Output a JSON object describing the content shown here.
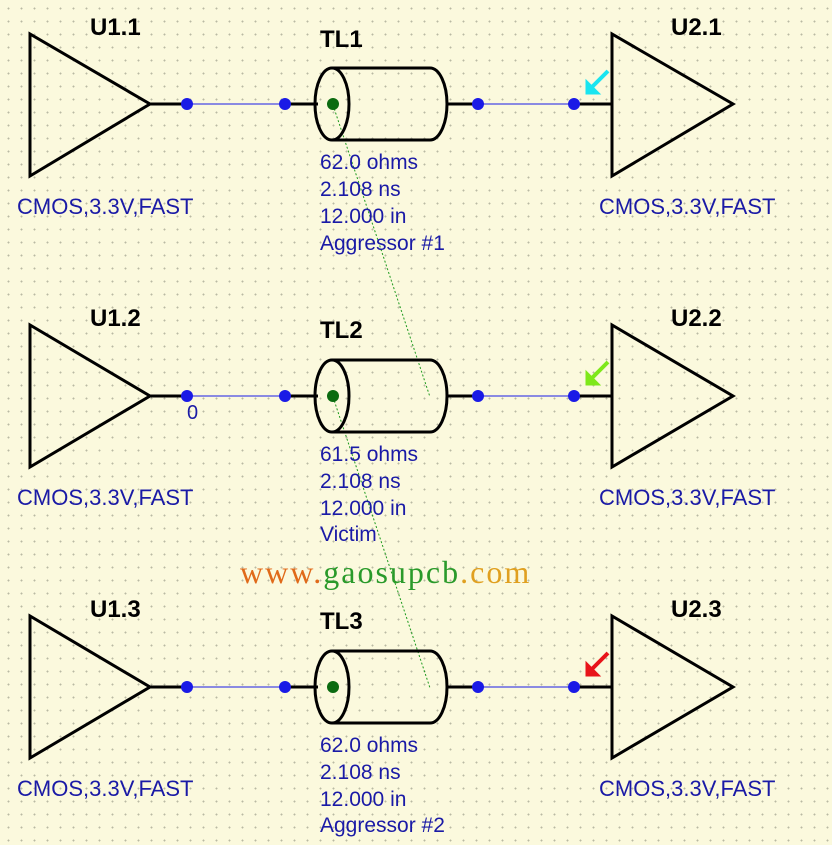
{
  "schematic": {
    "rows": [
      {
        "driver": {
          "ref": "U1.1",
          "model": "CMOS,3.3V,FAST"
        },
        "line": {
          "ref": "TL1",
          "impedance": "62.0 ohms",
          "delay": "2.108 ns",
          "length": "12.000 in",
          "role": "Aggressor #1"
        },
        "receiver": {
          "ref": "U2.1",
          "model": "CMOS,3.3V,FAST",
          "probe_color": "#19e5f0"
        },
        "net_label": ""
      },
      {
        "driver": {
          "ref": "U1.2",
          "model": "CMOS,3.3V,FAST"
        },
        "line": {
          "ref": "TL2",
          "impedance": "61.5 ohms",
          "delay": "2.108 ns",
          "length": "12.000 in",
          "role": "Victim"
        },
        "receiver": {
          "ref": "U2.2",
          "model": "CMOS,3.3V,FAST",
          "probe_color": "#7ee81a"
        },
        "net_label": "0"
      },
      {
        "driver": {
          "ref": "U1.3",
          "model": "CMOS,3.3V,FAST"
        },
        "line": {
          "ref": "TL3",
          "impedance": "62.0 ohms",
          "delay": "2.108 ns",
          "length": "12.000 in",
          "role": "Aggressor #2"
        },
        "receiver": {
          "ref": "U2.3",
          "model": "CMOS,3.3V,FAST",
          "probe_color": "#e8141a"
        },
        "net_label": ""
      }
    ],
    "watermark": {
      "parts": [
        {
          "text": "www.",
          "color": "#e06a1a"
        },
        {
          "text": "gaosupcb",
          "color": "#2a9a2a"
        },
        {
          "text": ".com",
          "color": "#e0a020"
        }
      ]
    },
    "colors": {
      "wire": "#1a1ae6",
      "node": "#1a1ae6",
      "center_node": "#0b6b10",
      "coupling": "#1e9a1e",
      "symbol": "#000000"
    }
  }
}
